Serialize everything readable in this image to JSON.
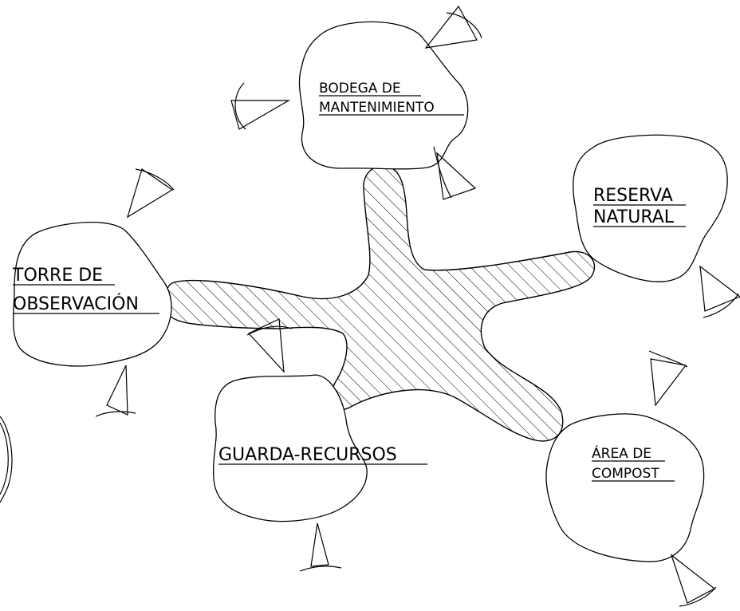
{
  "zones": {
    "bodega": {
      "line1": "BODEGA DE",
      "line2": "MANTENIMIENTO"
    },
    "reserva": {
      "line1": "RESERVA",
      "line2": "NATURAL"
    },
    "torre": {
      "line1": "TORRE DE",
      "line2": "OBSERVACIÓN"
    },
    "guarda": {
      "line1": "GUARDA-RECURSOS"
    },
    "compost": {
      "line1": "ÁREA DE",
      "line2": "COMPOST"
    }
  },
  "colors": {
    "ink": "#000000",
    "paper": "#ffffff"
  }
}
